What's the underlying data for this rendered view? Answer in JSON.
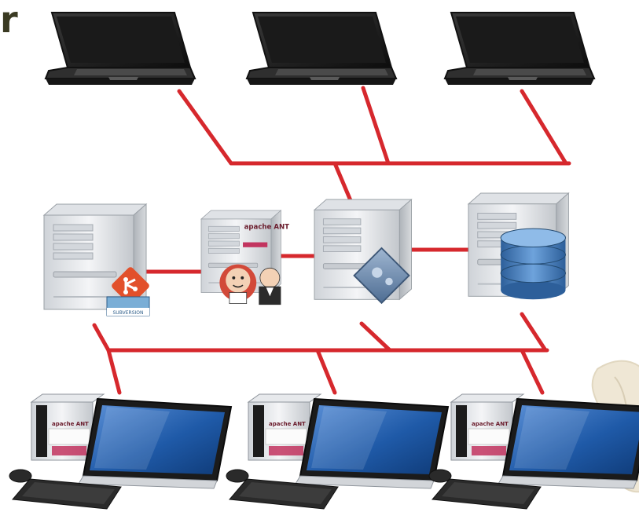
{
  "title_fragment": "r",
  "colors": {
    "link": "#d6282d",
    "laptop_body": "#2b2b2b",
    "server_case": "#e9ebee",
    "monitor_screen": "#1f5aa8",
    "database": "#3e78b8",
    "git_logo": "#e2502b",
    "watermark": "#d8c9a6"
  },
  "nodes": {
    "laptops": [
      {
        "icon": "laptop-icon"
      },
      {
        "icon": "laptop-icon"
      },
      {
        "icon": "laptop-icon"
      }
    ],
    "servers": [
      {
        "icon": "server-icon",
        "badge_icons": [
          "git-logo-icon",
          "subversion-logo-icon"
        ],
        "badge_text": "SUBVERSION"
      },
      {
        "icon": "server-icon",
        "badge_icons": [
          "jenkins-logo-icon",
          "apache-ant-logo-icon",
          "maven-logo-icon"
        ],
        "badge_text": "apache ANT"
      },
      {
        "icon": "server-icon",
        "badge_icons": [
          "puzzle-app-icon"
        ]
      },
      {
        "icon": "server-icon",
        "badge_icons": [
          "database-icon"
        ]
      }
    ],
    "workstations": [
      {
        "icon": "desktop-workstation-icon",
        "badge_text": "apache ANT"
      },
      {
        "icon": "desktop-workstation-icon",
        "badge_text": "apache ANT"
      },
      {
        "icon": "desktop-workstation-icon",
        "badge_text": "apache ANT"
      }
    ]
  }
}
